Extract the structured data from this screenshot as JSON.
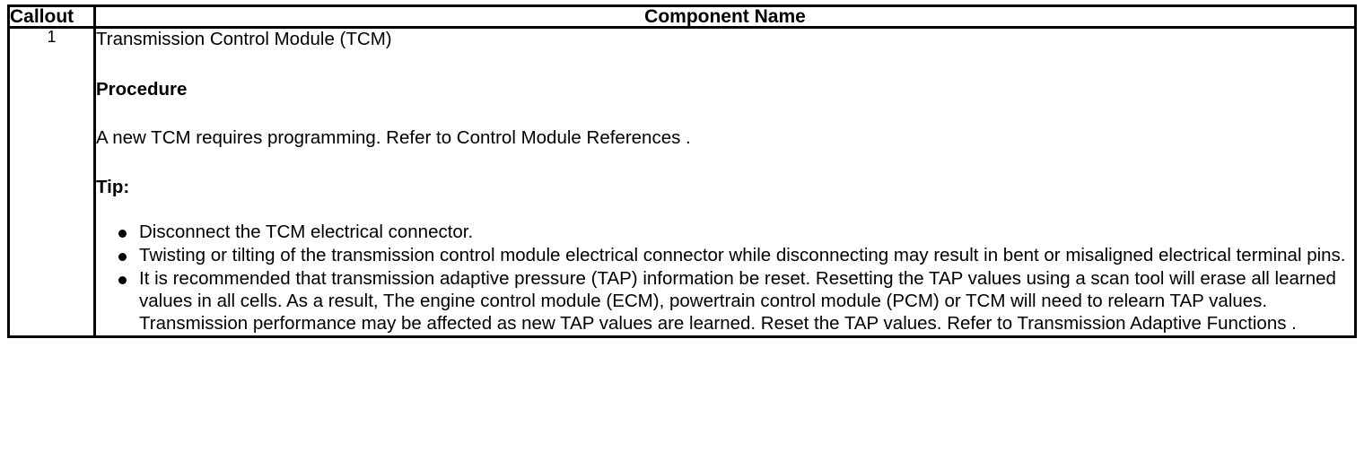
{
  "table": {
    "headers": {
      "callout": "Callout",
      "component_name": "Component Name"
    },
    "rows": [
      {
        "callout": "1",
        "component": {
          "title": "Transmission Control Module (TCM)",
          "procedure_heading": "Procedure",
          "procedure_text": "A new TCM requires programming. Refer to Control Module References .",
          "tip_heading": "Tip:",
          "tips": [
            "Disconnect the TCM electrical connector.",
            "Twisting or tilting of the transmission control module electrical connector while disconnecting may result in bent or misaligned electrical terminal pins.",
            "It is recommended that transmission adaptive pressure (TAP) information be reset. Resetting the TAP values using a scan tool will erase all learned values in all cells. As a result, The engine control module (ECM), powertrain control module (PCM) or TCM will need to relearn TAP values. Transmission performance may be affected as new TAP values are learned. Reset the TAP values. Refer to Transmission Adaptive Functions ."
          ]
        }
      }
    ]
  },
  "style": {
    "border_color": "#000000",
    "background_color": "#ffffff",
    "text_color": "#000000"
  }
}
